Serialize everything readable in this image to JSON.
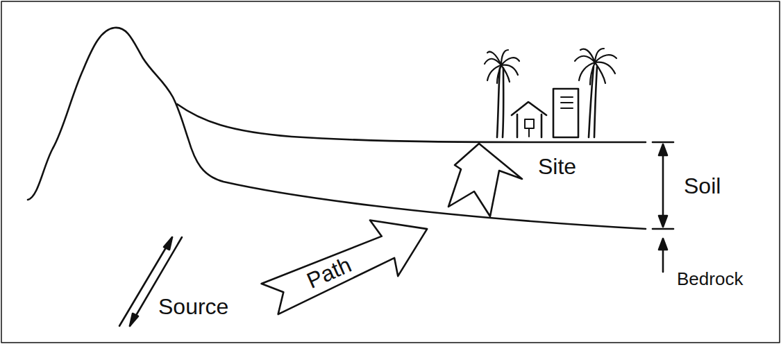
{
  "diagram": {
    "nodes": [
      {
        "text": [
          "Path"
        ]
      }
    ],
    "labels": [
      "Site",
      "Soil",
      "Bedrock",
      "Source"
    ]
  }
}
